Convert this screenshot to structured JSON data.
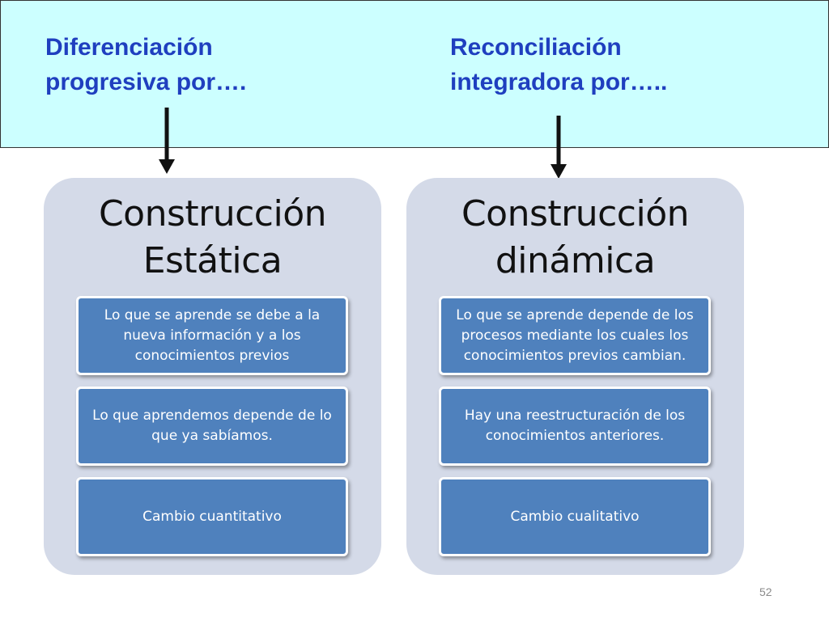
{
  "header": {
    "left": {
      "line1": "Diferenciación",
      "line2": "progresiva por…."
    },
    "right": {
      "line1": "Reconciliación",
      "line2": "integradora por….."
    }
  },
  "panels": [
    {
      "title_line1": "Construcción",
      "title_line2": "Estática",
      "cards": [
        "Lo que se aprende se debe a la nueva información y a los conocimientos previos",
        "Lo que aprendemos depende de lo que ya sabíamos.",
        "Cambio cuantitativo"
      ]
    },
    {
      "title_line1": "Construcción",
      "title_line2": "dinámica",
      "cards": [
        "Lo que se aprende depende de los procesos mediante los cuales los conocimientos previos cambian.",
        "Hay una reestructuración de los conocimientos anteriores.",
        "Cambio cualitativo"
      ]
    }
  ],
  "page_number": "52",
  "colors": {
    "header_background": "#ccffff",
    "header_text": "#1f3fbf",
    "panel_background": "#d4dae8",
    "card_fill": "#4f81bd",
    "card_text": "#ffffff"
  }
}
